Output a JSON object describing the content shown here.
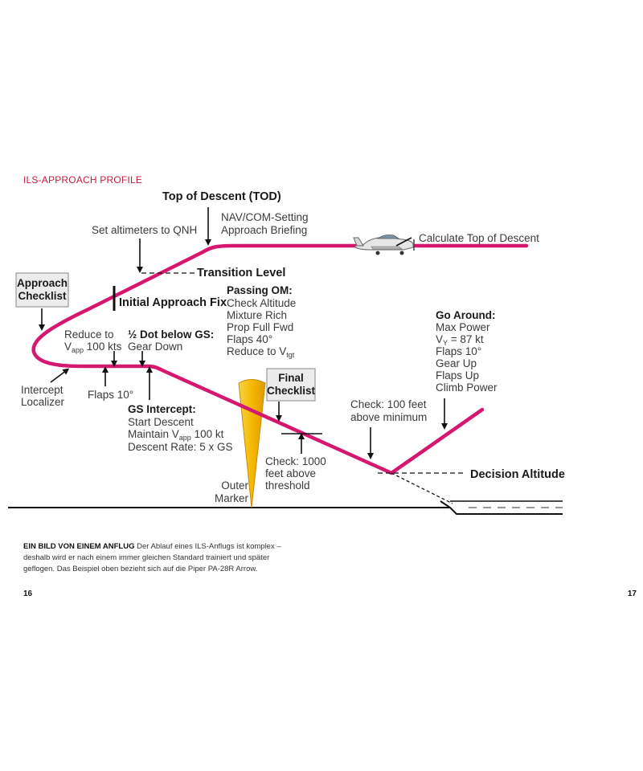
{
  "section_title": "ILS-APPROACH PROFILE",
  "labels": {
    "top_of_descent": "Top of Descent (TOD)",
    "nav_com": [
      "NAV/COM-Setting",
      "Approach Briefing"
    ],
    "set_altimeters": "Set altimeters to QNH",
    "calculate_tod": "Calculate Top of Descent",
    "transition_level": "Transition Level",
    "initial_approach_fix": "Initial Approach Fix",
    "approach_checklist": [
      "Approach",
      "Checklist"
    ],
    "reduce_to": "Reduce to",
    "vapp_main": "V",
    "vapp_sub": "app",
    "vapp_rest": " 100 kts",
    "half_dot_title": "½ Dot below GS:",
    "gear_down": "Gear Down",
    "passing_om_title": "Passing OM:",
    "passing_om_items": [
      "Check Altitude",
      "Mixture Rich",
      "Prop Full Fwd",
      "Flaps 40°"
    ],
    "reduce_to_vtg_main": "Reduce to V",
    "reduce_to_vtg_sub": "tgt",
    "intercept_localizer": [
      "Intercept",
      "Localizer"
    ],
    "flaps_10": "Flaps 10°",
    "gs_intercept_title": "GS Intercept:",
    "start_descent": "Start Descent",
    "maintain_main": "Maintain V",
    "maintain_sub": "app",
    "maintain_rest": " 100 kt",
    "descent_rate": "Descent Rate: 5 x GS",
    "final_checklist": [
      "Final",
      "Checklist"
    ],
    "check_1000": [
      "Check: 1000",
      "feet above",
      "threshold"
    ],
    "outer_marker": [
      "Outer",
      "Marker"
    ],
    "check_100": [
      "Check: 100 feet",
      "above minimum"
    ],
    "decision_altitude": "Decision Altitude",
    "go_around_title": "Go Around:",
    "max_power": "Max Power",
    "vy_main": "V",
    "vy_sub": "Y",
    "vy_rest": " = 87 kt",
    "go_around_items": [
      "Flaps 10°",
      "Gear Up",
      "Flaps Up",
      "Climb Power"
    ]
  },
  "caption": {
    "bold": "EIN BILD VON EINEM ANFLUG",
    "lines": [
      " Der Ablauf eines ILS-Anflugs ist komplex –",
      "deshalb wird er nach einem immer gleichen Standard trainiert und später",
      "geflogen. Das Beispiel oben bezieht sich auf die Piper PA-28R Arrow."
    ]
  },
  "page_numbers": {
    "left": "16",
    "right": "17"
  },
  "colors": {
    "flight_path": "#d6176f",
    "title": "#c41e3a",
    "marker_cone": "#f5b800"
  }
}
